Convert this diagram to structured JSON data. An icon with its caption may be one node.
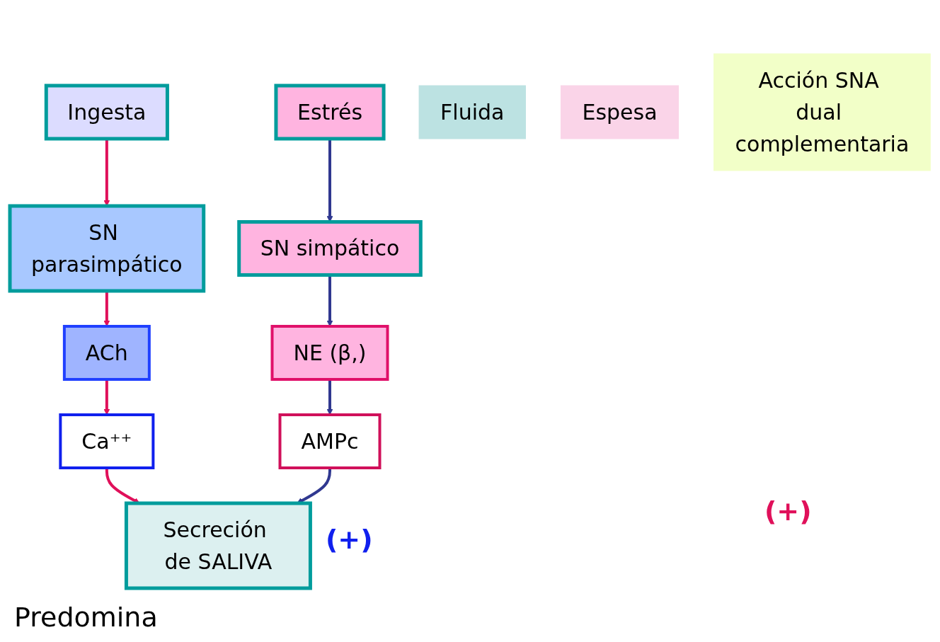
{
  "diagram": {
    "nodes": [
      {
        "text": [
          "Ingesta"
        ]
      },
      {
        "text": [
          "Estrés"
        ]
      },
      {
        "text": [
          "SN parasimpático"
        ]
      },
      {
        "text": [
          "SN simpático"
        ]
      },
      {
        "text": [
          "ACh"
        ]
      },
      {
        "text": [
          "NE (β,)"
        ]
      },
      {
        "text": [
          "Ca⁺⁺"
        ]
      },
      {
        "text": [
          "AMPc"
        ]
      },
      {
        "text": [
          "Secreción de SALIVA"
        ]
      },
      {
        "text": [
          "Fluida"
        ]
      },
      {
        "text": [
          "Espesa"
        ]
      },
      {
        "text": [
          "Acción SNA dual complementaria"
        ]
      }
    ],
    "edges": [
      {
        "from": 0,
        "to": 2,
        "arrow": "to",
        "color": "#e0105a"
      },
      {
        "from": 1,
        "to": 3,
        "arrow": "to",
        "color": "#303890"
      },
      {
        "from": 2,
        "to": 4,
        "arrow": "to",
        "color": "#e0105a"
      },
      {
        "from": 3,
        "to": 5,
        "arrow": "to",
        "color": "#303890"
      },
      {
        "from": 4,
        "to": 6,
        "arrow": "to",
        "color": "#e0105a"
      },
      {
        "from": 5,
        "to": 7,
        "arrow": "to",
        "color": "#303890"
      },
      {
        "from": 6,
        "to": 8,
        "arrow": "to",
        "color": "#e0105a"
      },
      {
        "from": 7,
        "to": 8,
        "arrow": "to",
        "color": "#303890"
      }
    ],
    "labels": [
      "Predomina",
      "(+)",
      "(+)"
    ]
  }
}
